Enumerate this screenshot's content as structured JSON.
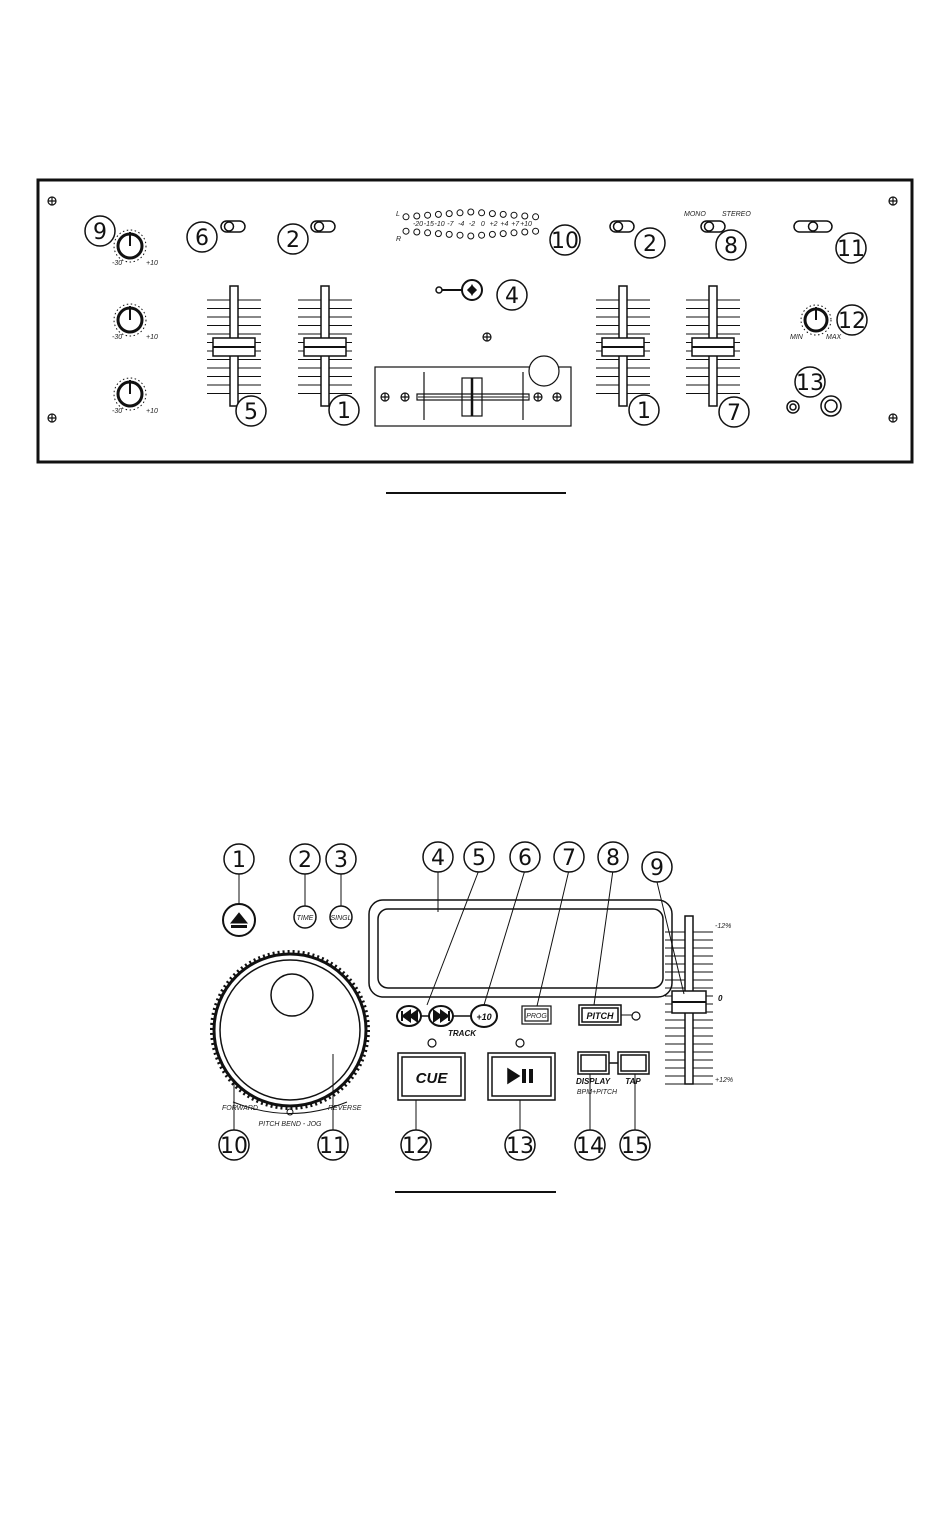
{
  "mixer": {
    "callouts": [
      "9",
      "6",
      "2",
      "10",
      "2",
      "8",
      "11",
      "4",
      "5",
      "1",
      "1",
      "7",
      "12",
      "13"
    ],
    "small_labels": {
      "meter_left": "L",
      "meter_right": "R",
      "meter_scale": [
        "-20",
        "-15",
        "-10",
        "-7",
        "-4",
        "-2",
        "0",
        "+2",
        "+4",
        "+7",
        "+10"
      ],
      "mono": "MONO",
      "stereo": "STEREO",
      "knob_min": "-30",
      "knob_max": "+10",
      "mic_min": "MIN",
      "mic_max": "MAX"
    }
  },
  "player": {
    "callouts": [
      "1",
      "2",
      "3",
      "4",
      "5",
      "6",
      "7",
      "8",
      "9",
      "10",
      "11",
      "12",
      "13",
      "14",
      "15"
    ],
    "buttons": {
      "time": "TIME",
      "single": "SINGL",
      "plus10": "+10",
      "track": "TRACK",
      "prog": "PROG",
      "pitch": "PITCH",
      "cue": "CUE",
      "display": "DISPLAY",
      "display_sub": "BPM+PITCH",
      "tap": "TAP"
    },
    "wheel_labels": {
      "forward": "FORWARD",
      "reverse": "REVERSE",
      "pitch_bend": "PITCH BEND - JOG"
    },
    "pitch_scale": {
      "top": "-12%",
      "mid": "0",
      "bottom": "+12%"
    }
  }
}
